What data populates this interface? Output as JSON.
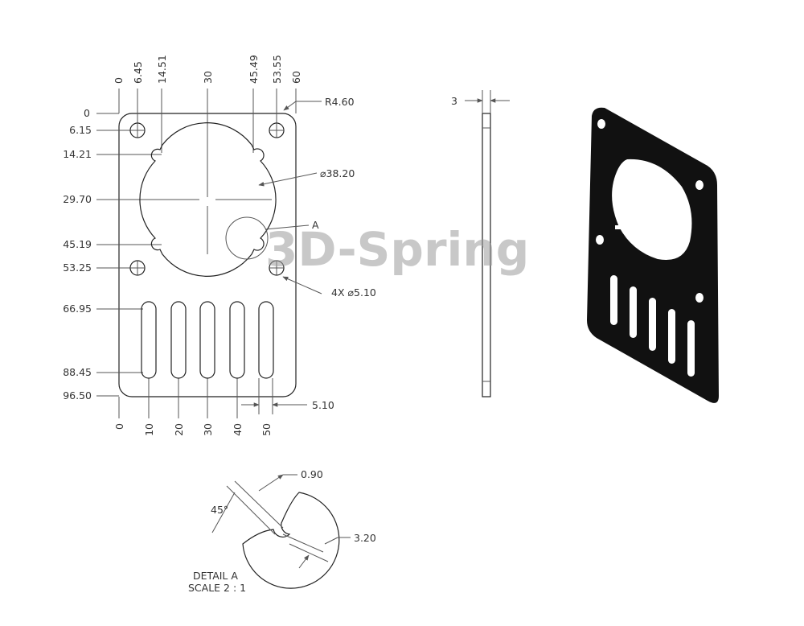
{
  "top_dims": [
    "0",
    "6.45",
    "14.51",
    "30",
    "45.49",
    "53.55",
    "60"
  ],
  "left_dims": [
    "0",
    "6.15",
    "14.21",
    "29.70",
    "45.19",
    "53.25",
    "66.95",
    "88.45",
    "96.50"
  ],
  "bottom_dims": [
    "0",
    "10",
    "20",
    "30",
    "40",
    "50"
  ],
  "callouts": {
    "corner_radius": "R4.60",
    "bore_diameter": "⌀38.20",
    "detail_marker": "A",
    "hole_note": "4X ⌀5.10",
    "slot_width": "5.10",
    "thickness": "3"
  },
  "detail": {
    "title": "DETAIL A",
    "scale": "SCALE 2 : 1",
    "angle": "45°",
    "gap": "0.90",
    "depth": "3.20"
  },
  "watermark": "3D-Spring",
  "colors": {
    "line": "#222222",
    "dim": "#555555",
    "part_fill": "#111111",
    "watermark": "#9c9c9c"
  }
}
